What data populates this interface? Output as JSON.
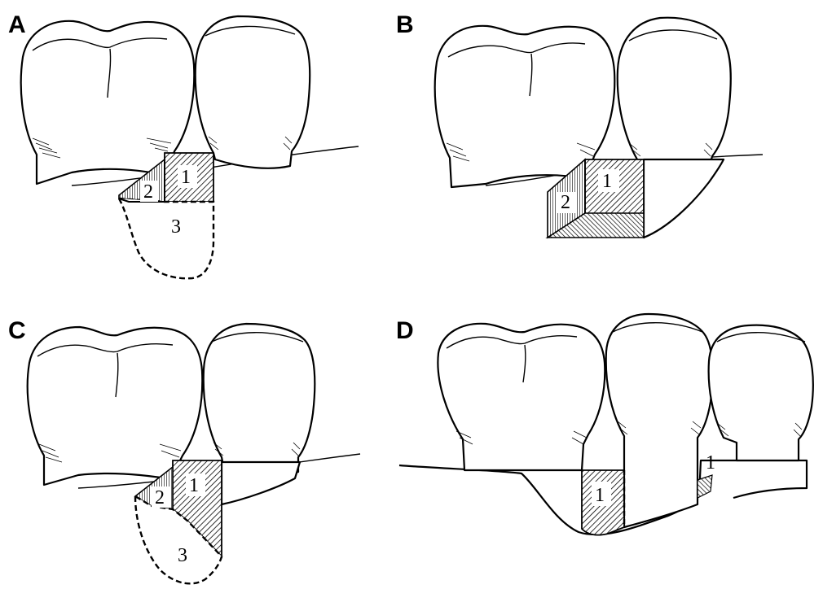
{
  "panels": [
    {
      "letter": "A",
      "labels": [
        "1",
        "2",
        "3"
      ]
    },
    {
      "letter": "B",
      "labels": [
        "1",
        "2"
      ]
    },
    {
      "letter": "C",
      "labels": [
        "1",
        "2",
        "3"
      ]
    },
    {
      "letter": "D",
      "labels": [
        "1",
        "1"
      ]
    }
  ]
}
